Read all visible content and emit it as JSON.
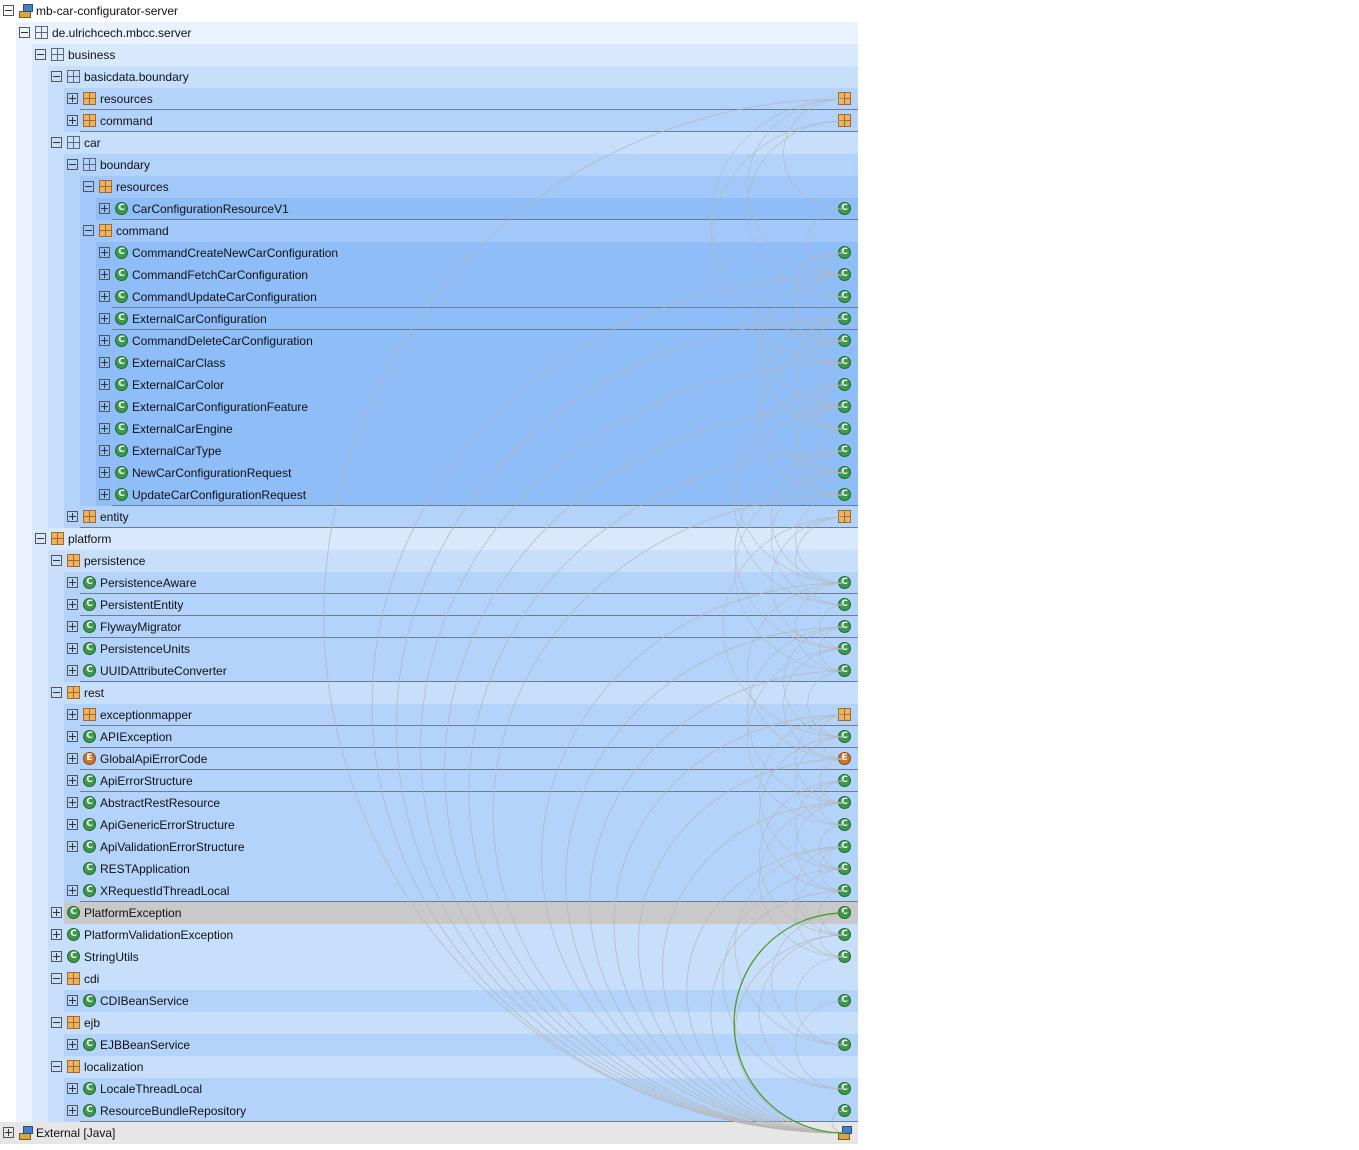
{
  "tree": [
    {
      "label": "mb-car-configurator-server",
      "depth": 0,
      "toggle": "minus",
      "icon": "project-icon",
      "right": null,
      "shade": "none",
      "sep": false
    },
    {
      "label": "de.ulrichcech.mbcc.server",
      "depth": 1,
      "toggle": "minus",
      "icon": "group-icon",
      "right": null,
      "shade": "a",
      "sep": false
    },
    {
      "label": "business",
      "depth": 2,
      "toggle": "minus",
      "icon": "group-icon",
      "right": null,
      "shade": "b",
      "sep": false
    },
    {
      "label": "basicdata.boundary",
      "depth": 3,
      "toggle": "minus",
      "icon": "group-icon",
      "right": null,
      "shade": "c",
      "sep": false
    },
    {
      "label": "resources",
      "depth": 4,
      "toggle": "plus",
      "icon": "package-icon",
      "right": "package-icon",
      "shade": "d",
      "sep": true
    },
    {
      "label": "command",
      "depth": 4,
      "toggle": "plus",
      "icon": "package-icon",
      "right": "package-icon",
      "shade": "d",
      "sep": true
    },
    {
      "label": "car",
      "depth": 3,
      "toggle": "minus",
      "icon": "group-icon",
      "right": null,
      "shade": "c",
      "sep": false
    },
    {
      "label": "boundary",
      "depth": 4,
      "toggle": "minus",
      "icon": "group-icon",
      "right": null,
      "shade": "d",
      "sep": false
    },
    {
      "label": "resources",
      "depth": 5,
      "toggle": "minus",
      "icon": "package-icon",
      "right": null,
      "shade": "e",
      "sep": false
    },
    {
      "label": "CarConfigurationResourceV1",
      "depth": 6,
      "toggle": "plus",
      "icon": "class-icon",
      "right": "class-icon",
      "shade": "f",
      "sep": true
    },
    {
      "label": "command",
      "depth": 5,
      "toggle": "minus",
      "icon": "package-icon",
      "right": null,
      "shade": "e",
      "sep": false
    },
    {
      "label": "CommandCreateNewCarConfiguration",
      "depth": 6,
      "toggle": "plus",
      "icon": "class-icon",
      "right": "class-icon",
      "shade": "f",
      "sep": false
    },
    {
      "label": "CommandFetchCarConfiguration",
      "depth": 6,
      "toggle": "plus",
      "icon": "class-icon",
      "right": "class-icon",
      "shade": "f",
      "sep": false
    },
    {
      "label": "CommandUpdateCarConfiguration",
      "depth": 6,
      "toggle": "plus",
      "icon": "class-icon",
      "right": "class-icon",
      "shade": "f",
      "sep": true
    },
    {
      "label": "ExternalCarConfiguration",
      "depth": 6,
      "toggle": "plus",
      "icon": "class-icon",
      "right": "class-icon",
      "shade": "f",
      "sep": true
    },
    {
      "label": "CommandDeleteCarConfiguration",
      "depth": 6,
      "toggle": "plus",
      "icon": "class-icon",
      "right": "class-icon",
      "shade": "f",
      "sep": false
    },
    {
      "label": "ExternalCarClass",
      "depth": 6,
      "toggle": "plus",
      "icon": "class-icon",
      "right": "class-icon",
      "shade": "f",
      "sep": false
    },
    {
      "label": "ExternalCarColor",
      "depth": 6,
      "toggle": "plus",
      "icon": "class-icon",
      "right": "class-icon",
      "shade": "f",
      "sep": false
    },
    {
      "label": "ExternalCarConfigurationFeature",
      "depth": 6,
      "toggle": "plus",
      "icon": "class-icon",
      "right": "class-icon",
      "shade": "f",
      "sep": false
    },
    {
      "label": "ExternalCarEngine",
      "depth": 6,
      "toggle": "plus",
      "icon": "class-icon",
      "right": "class-icon",
      "shade": "f",
      "sep": false
    },
    {
      "label": "ExternalCarType",
      "depth": 6,
      "toggle": "plus",
      "icon": "class-icon",
      "right": "class-icon",
      "shade": "f",
      "sep": false
    },
    {
      "label": "NewCarConfigurationRequest",
      "depth": 6,
      "toggle": "plus",
      "icon": "class-icon",
      "right": "class-icon",
      "shade": "f",
      "sep": false
    },
    {
      "label": "UpdateCarConfigurationRequest",
      "depth": 6,
      "toggle": "plus",
      "icon": "class-icon",
      "right": "class-icon",
      "shade": "f",
      "sep": true
    },
    {
      "label": "entity",
      "depth": 4,
      "toggle": "plus",
      "icon": "package-icon",
      "right": "package-icon",
      "shade": "d",
      "sep": true
    },
    {
      "label": "platform",
      "depth": 2,
      "toggle": "minus",
      "icon": "package-icon",
      "right": null,
      "shade": "b",
      "sep": false
    },
    {
      "label": "persistence",
      "depth": 3,
      "toggle": "minus",
      "icon": "package-icon",
      "right": null,
      "shade": "c",
      "sep": false
    },
    {
      "label": "PersistenceAware",
      "depth": 4,
      "toggle": "plus",
      "icon": "class-icon",
      "right": "class-icon",
      "shade": "d",
      "sep": true
    },
    {
      "label": "PersistentEntity",
      "depth": 4,
      "toggle": "plus",
      "icon": "class-icon",
      "right": "class-icon",
      "shade": "d",
      "sep": true
    },
    {
      "label": "FlywayMigrator",
      "depth": 4,
      "toggle": "plus",
      "icon": "class-icon",
      "right": "class-icon",
      "shade": "d",
      "sep": true
    },
    {
      "label": "PersistenceUnits",
      "depth": 4,
      "toggle": "plus",
      "icon": "class-icon",
      "right": "class-icon",
      "shade": "d",
      "sep": false
    },
    {
      "label": "UUIDAttributeConverter",
      "depth": 4,
      "toggle": "plus",
      "icon": "class-icon",
      "right": "class-icon",
      "shade": "d",
      "sep": true
    },
    {
      "label": "rest",
      "depth": 3,
      "toggle": "minus",
      "icon": "package-icon",
      "right": null,
      "shade": "c",
      "sep": false
    },
    {
      "label": "exceptionmapper",
      "depth": 4,
      "toggle": "plus",
      "icon": "package-icon",
      "right": "package-icon",
      "shade": "d",
      "sep": true
    },
    {
      "label": "APIException",
      "depth": 4,
      "toggle": "plus",
      "icon": "class-icon",
      "right": "class-icon",
      "shade": "d",
      "sep": true
    },
    {
      "label": "GlobalApiErrorCode",
      "depth": 4,
      "toggle": "plus",
      "icon": "enum-icon",
      "right": "enum-icon",
      "shade": "d",
      "sep": true
    },
    {
      "label": "ApiErrorStructure",
      "depth": 4,
      "toggle": "plus",
      "icon": "class-icon",
      "right": "class-icon",
      "shade": "d",
      "sep": true
    },
    {
      "label": "AbstractRestResource",
      "depth": 4,
      "toggle": "plus",
      "icon": "class-icon",
      "right": "class-icon",
      "shade": "d",
      "sep": false
    },
    {
      "label": "ApiGenericErrorStructure",
      "depth": 4,
      "toggle": "plus",
      "icon": "class-icon",
      "right": "class-icon",
      "shade": "d",
      "sep": false
    },
    {
      "label": "ApiValidationErrorStructure",
      "depth": 4,
      "toggle": "plus",
      "icon": "class-icon",
      "right": "class-icon",
      "shade": "d",
      "sep": false
    },
    {
      "label": "RESTApplication",
      "depth": 4,
      "toggle": null,
      "icon": "class-icon",
      "right": "class-icon",
      "shade": "d",
      "sep": false
    },
    {
      "label": "XRequestIdThreadLocal",
      "depth": 4,
      "toggle": "plus",
      "icon": "class-icon",
      "right": "class-icon",
      "shade": "d",
      "sep": true
    },
    {
      "label": "PlatformException",
      "depth": 3,
      "toggle": "plus",
      "icon": "class-icon",
      "right": "class-icon",
      "shade": "sel",
      "sep": false
    },
    {
      "label": "PlatformValidationException",
      "depth": 3,
      "toggle": "plus",
      "icon": "class-icon",
      "right": "class-icon",
      "shade": "c",
      "sep": false
    },
    {
      "label": "StringUtils",
      "depth": 3,
      "toggle": "plus",
      "icon": "class-icon",
      "right": "class-icon",
      "shade": "c",
      "sep": false
    },
    {
      "label": "cdi",
      "depth": 3,
      "toggle": "minus",
      "icon": "package-icon",
      "right": null,
      "shade": "c",
      "sep": false
    },
    {
      "label": "CDIBeanService",
      "depth": 4,
      "toggle": "plus",
      "icon": "class-icon",
      "right": "class-icon",
      "shade": "d",
      "sep": false
    },
    {
      "label": "ejb",
      "depth": 3,
      "toggle": "minus",
      "icon": "package-icon",
      "right": null,
      "shade": "c",
      "sep": false
    },
    {
      "label": "EJBBeanService",
      "depth": 4,
      "toggle": "plus",
      "icon": "class-icon",
      "right": "class-icon",
      "shade": "d",
      "sep": false
    },
    {
      "label": "localization",
      "depth": 3,
      "toggle": "minus",
      "icon": "package-icon",
      "right": null,
      "shade": "c",
      "sep": false
    },
    {
      "label": "LocaleThreadLocal",
      "depth": 4,
      "toggle": "plus",
      "icon": "class-icon",
      "right": "class-icon",
      "shade": "d",
      "sep": false
    },
    {
      "label": "ResourceBundleRepository",
      "depth": 4,
      "toggle": "plus",
      "icon": "class-icon",
      "right": "class-icon",
      "shade": "d",
      "sep": true
    },
    {
      "label": "External [Java]",
      "depth": 0,
      "toggle": "plus",
      "icon": "project-icon",
      "right": "project-icon",
      "shade": "ext",
      "sep": false
    }
  ],
  "colors": {
    "a": "#e9f2fe",
    "b": "#d9e9fd",
    "c": "#c8dffc",
    "d": "#b3d3fb",
    "e": "#a2c8f9",
    "f": "#8fbdf8",
    "sel": "#c9c9c9",
    "ext": "#e6e6e6",
    "arc": "#b6b6b6",
    "highlight_arc": "#3f9a1a"
  }
}
